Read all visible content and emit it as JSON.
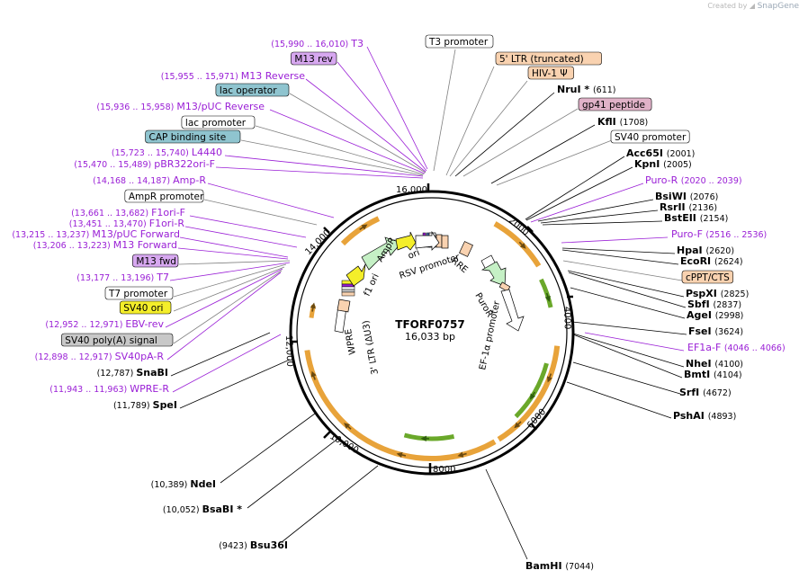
{
  "watermark": {
    "prefix": "Created by",
    "brand": "SnapGene"
  },
  "map": {
    "name": "TFORF0757",
    "length": "16,033 bp"
  },
  "ticks": [
    "2000",
    "4000",
    "6000",
    "8000",
    "10,000",
    "12,000",
    "14,000",
    "16,000"
  ],
  "feature_labels": {
    "ampr": "AmpR",
    "ori": "ori",
    "f1_ori": "f1 ori",
    "rsv_promoter": "RSV promoter",
    "rre": "RRE",
    "puror": "PuroR",
    "ef1a_promoter": "EF-1α promoter",
    "ltr3": "3' LTR (ΔU3)",
    "wpre": "WPRE"
  },
  "annotations": [
    {
      "kind": "primer",
      "name": "T3",
      "pos": "(15,990 .. 16,010)"
    },
    {
      "kind": "box",
      "name": "M13 rev",
      "style": "purple"
    },
    {
      "kind": "primer",
      "name": "M13 Reverse",
      "pos": "(15,955 .. 15,971)"
    },
    {
      "kind": "box",
      "name": "lac operator",
      "style": "teal"
    },
    {
      "kind": "primer",
      "name": "M13/pUC Reverse",
      "pos": "(15,936 .. 15,958)"
    },
    {
      "kind": "box",
      "name": "lac promoter",
      "style": "white"
    },
    {
      "kind": "box",
      "name": "CAP binding site",
      "style": "teal"
    },
    {
      "kind": "primer",
      "name": "L4440",
      "pos": "(15,723 .. 15,740)"
    },
    {
      "kind": "primer",
      "name": "pBR322ori-F",
      "pos": "(15,470 .. 15,489)"
    },
    {
      "kind": "primer",
      "name": "Amp-R",
      "pos": "(14,168 .. 14,187)"
    },
    {
      "kind": "box",
      "name": "AmpR promoter",
      "style": "white"
    },
    {
      "kind": "primer",
      "name": "F1ori-F",
      "pos": "(13,661 .. 13,682)"
    },
    {
      "kind": "primer",
      "name": "F1ori-R",
      "pos": "(13,451 .. 13,470)"
    },
    {
      "kind": "primer",
      "name": "M13/pUC Forward",
      "pos": "(13,215 .. 13,237)"
    },
    {
      "kind": "primer",
      "name": "M13 Forward",
      "pos": "(13,206 .. 13,223)"
    },
    {
      "kind": "box",
      "name": "M13 fwd",
      "style": "purple"
    },
    {
      "kind": "primer",
      "name": "T7",
      "pos": "(13,177 .. 13,196)"
    },
    {
      "kind": "box",
      "name": "T7 promoter",
      "style": "white"
    },
    {
      "kind": "box",
      "name": "SV40 ori",
      "style": "yellow"
    },
    {
      "kind": "primer",
      "name": "EBV-rev",
      "pos": "(12,952 .. 12,971)"
    },
    {
      "kind": "box",
      "name": "SV40 poly(A) signal",
      "style": "gray"
    },
    {
      "kind": "primer",
      "name": "SV40pA-R",
      "pos": "(12,898 .. 12,917)"
    },
    {
      "kind": "site",
      "name": "SnaBI",
      "pos": "(12,787)"
    },
    {
      "kind": "primer",
      "name": "WPRE-R",
      "pos": "(11,943 .. 11,963)"
    },
    {
      "kind": "site",
      "name": "SpeI",
      "pos": "(11,789)"
    },
    {
      "kind": "site",
      "name": "NdeI",
      "pos": "(10,389)"
    },
    {
      "kind": "site",
      "name": "BsaBI *",
      "pos": "(10,052)"
    },
    {
      "kind": "site",
      "name": "Bsu36I",
      "pos": "(9423)"
    },
    {
      "kind": "box",
      "name": "T3 promoter",
      "style": "white"
    },
    {
      "kind": "box",
      "name": "5' LTR (truncated)",
      "style": "peach"
    },
    {
      "kind": "box",
      "name": "HIV-1 Ψ",
      "style": "peach"
    },
    {
      "kind": "site",
      "name": "NruI *",
      "pos": "(611)"
    },
    {
      "kind": "box",
      "name": "gp41 peptide",
      "style": "pink"
    },
    {
      "kind": "site",
      "name": "KflI",
      "pos": "(1708)"
    },
    {
      "kind": "box",
      "name": "SV40 promoter",
      "style": "white"
    },
    {
      "kind": "site",
      "name": "Acc65I",
      "pos": "(2001)"
    },
    {
      "kind": "site",
      "name": "KpnI",
      "pos": "(2005)"
    },
    {
      "kind": "primer",
      "name": "Puro-R",
      "pos": "(2020 .. 2039)"
    },
    {
      "kind": "site",
      "name": "BsiWI",
      "pos": "(2076)"
    },
    {
      "kind": "site",
      "name": "RsrII",
      "pos": "(2136)"
    },
    {
      "kind": "site",
      "name": "BstEII",
      "pos": "(2154)"
    },
    {
      "kind": "primer",
      "name": "Puro-F",
      "pos": "(2516 .. 2536)"
    },
    {
      "kind": "site",
      "name": "HpaI",
      "pos": "(2620)"
    },
    {
      "kind": "site",
      "name": "EcoRI",
      "pos": "(2624)"
    },
    {
      "kind": "box",
      "name": "cPPT/CTS",
      "style": "peach"
    },
    {
      "kind": "site",
      "name": "PspXI",
      "pos": "(2825)"
    },
    {
      "kind": "site",
      "name": "SbfI",
      "pos": "(2837)"
    },
    {
      "kind": "site",
      "name": "AgeI",
      "pos": "(2998)"
    },
    {
      "kind": "site",
      "name": "FseI",
      "pos": "(3624)"
    },
    {
      "kind": "primer",
      "name": "EF1a-F",
      "pos": "(4046 .. 4066)"
    },
    {
      "kind": "site",
      "name": "NheI",
      "pos": "(4100)"
    },
    {
      "kind": "site",
      "name": "BmtI",
      "pos": "(4104)"
    },
    {
      "kind": "site",
      "name": "SrfI",
      "pos": "(4672)"
    },
    {
      "kind": "site",
      "name": "PshAI",
      "pos": "(4893)"
    },
    {
      "kind": "site",
      "name": "BamHI",
      "pos": "(7044)"
    }
  ],
  "colors": {
    "primer": "#9a1fd6",
    "orf": "#e8a33a",
    "orf_small": "#6aa82a",
    "teal_box": "#8fc4cf",
    "purple_box": "#d7a8f0",
    "yellow_box": "#f4ee2a",
    "peach_box": "#f9d2b0",
    "pink_box": "#e0b2c8",
    "gray_box": "#c8c8c8"
  }
}
